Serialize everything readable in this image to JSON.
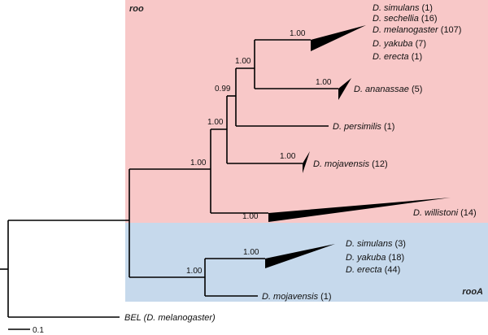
{
  "colors": {
    "roo_clade": "#f8c8c8",
    "rooA_clade": "#c6d9ec",
    "branch": "#000000"
  },
  "groups": {
    "roo": "roo",
    "rooA": "rooA"
  },
  "support": {
    "roo_root": "1.00",
    "roo_crown": "1.00",
    "ana_mel": "0.99",
    "mel_ana": "1.00",
    "mel_tri": "1.00",
    "ana_tri": "1.00",
    "moj_tri": "1.00",
    "wil_tri": "1.00",
    "rooA_crown": "1.00",
    "rooA_sim_tri": "1.00"
  },
  "tips": {
    "mel_group": [
      {
        "species": "D. simulans",
        "count": "(1)"
      },
      {
        "species": "D. sechellia",
        "count": "(16)"
      },
      {
        "species": "D. melanogaster",
        "count": "(107)"
      },
      {
        "species": "D. yakuba",
        "count": "(7)"
      },
      {
        "species": "D. erecta",
        "count": "(1)"
      }
    ],
    "ananassae": {
      "species": "D. ananassae",
      "count": "(5)"
    },
    "persimilis": {
      "species": "D. persimilis",
      "count": "(1)"
    },
    "mojavensis": {
      "species": "D. mojavensis",
      "count": "(12)"
    },
    "willistoni": {
      "species": "D. willistoni",
      "count": "(14)"
    },
    "rooA_group": [
      {
        "species": "D. simulans",
        "count": "(3)"
      },
      {
        "species": "D. yakuba",
        "count": "(18)"
      },
      {
        "species": "D. erecta",
        "count": "(44)"
      }
    ],
    "rooA_mojavensis": {
      "species": "D. mojavensis",
      "count": "(1)"
    },
    "outgroup": {
      "name": "BEL",
      "species": "(D. melanogaster)"
    }
  },
  "scale_bar": {
    "label": "0.1"
  }
}
